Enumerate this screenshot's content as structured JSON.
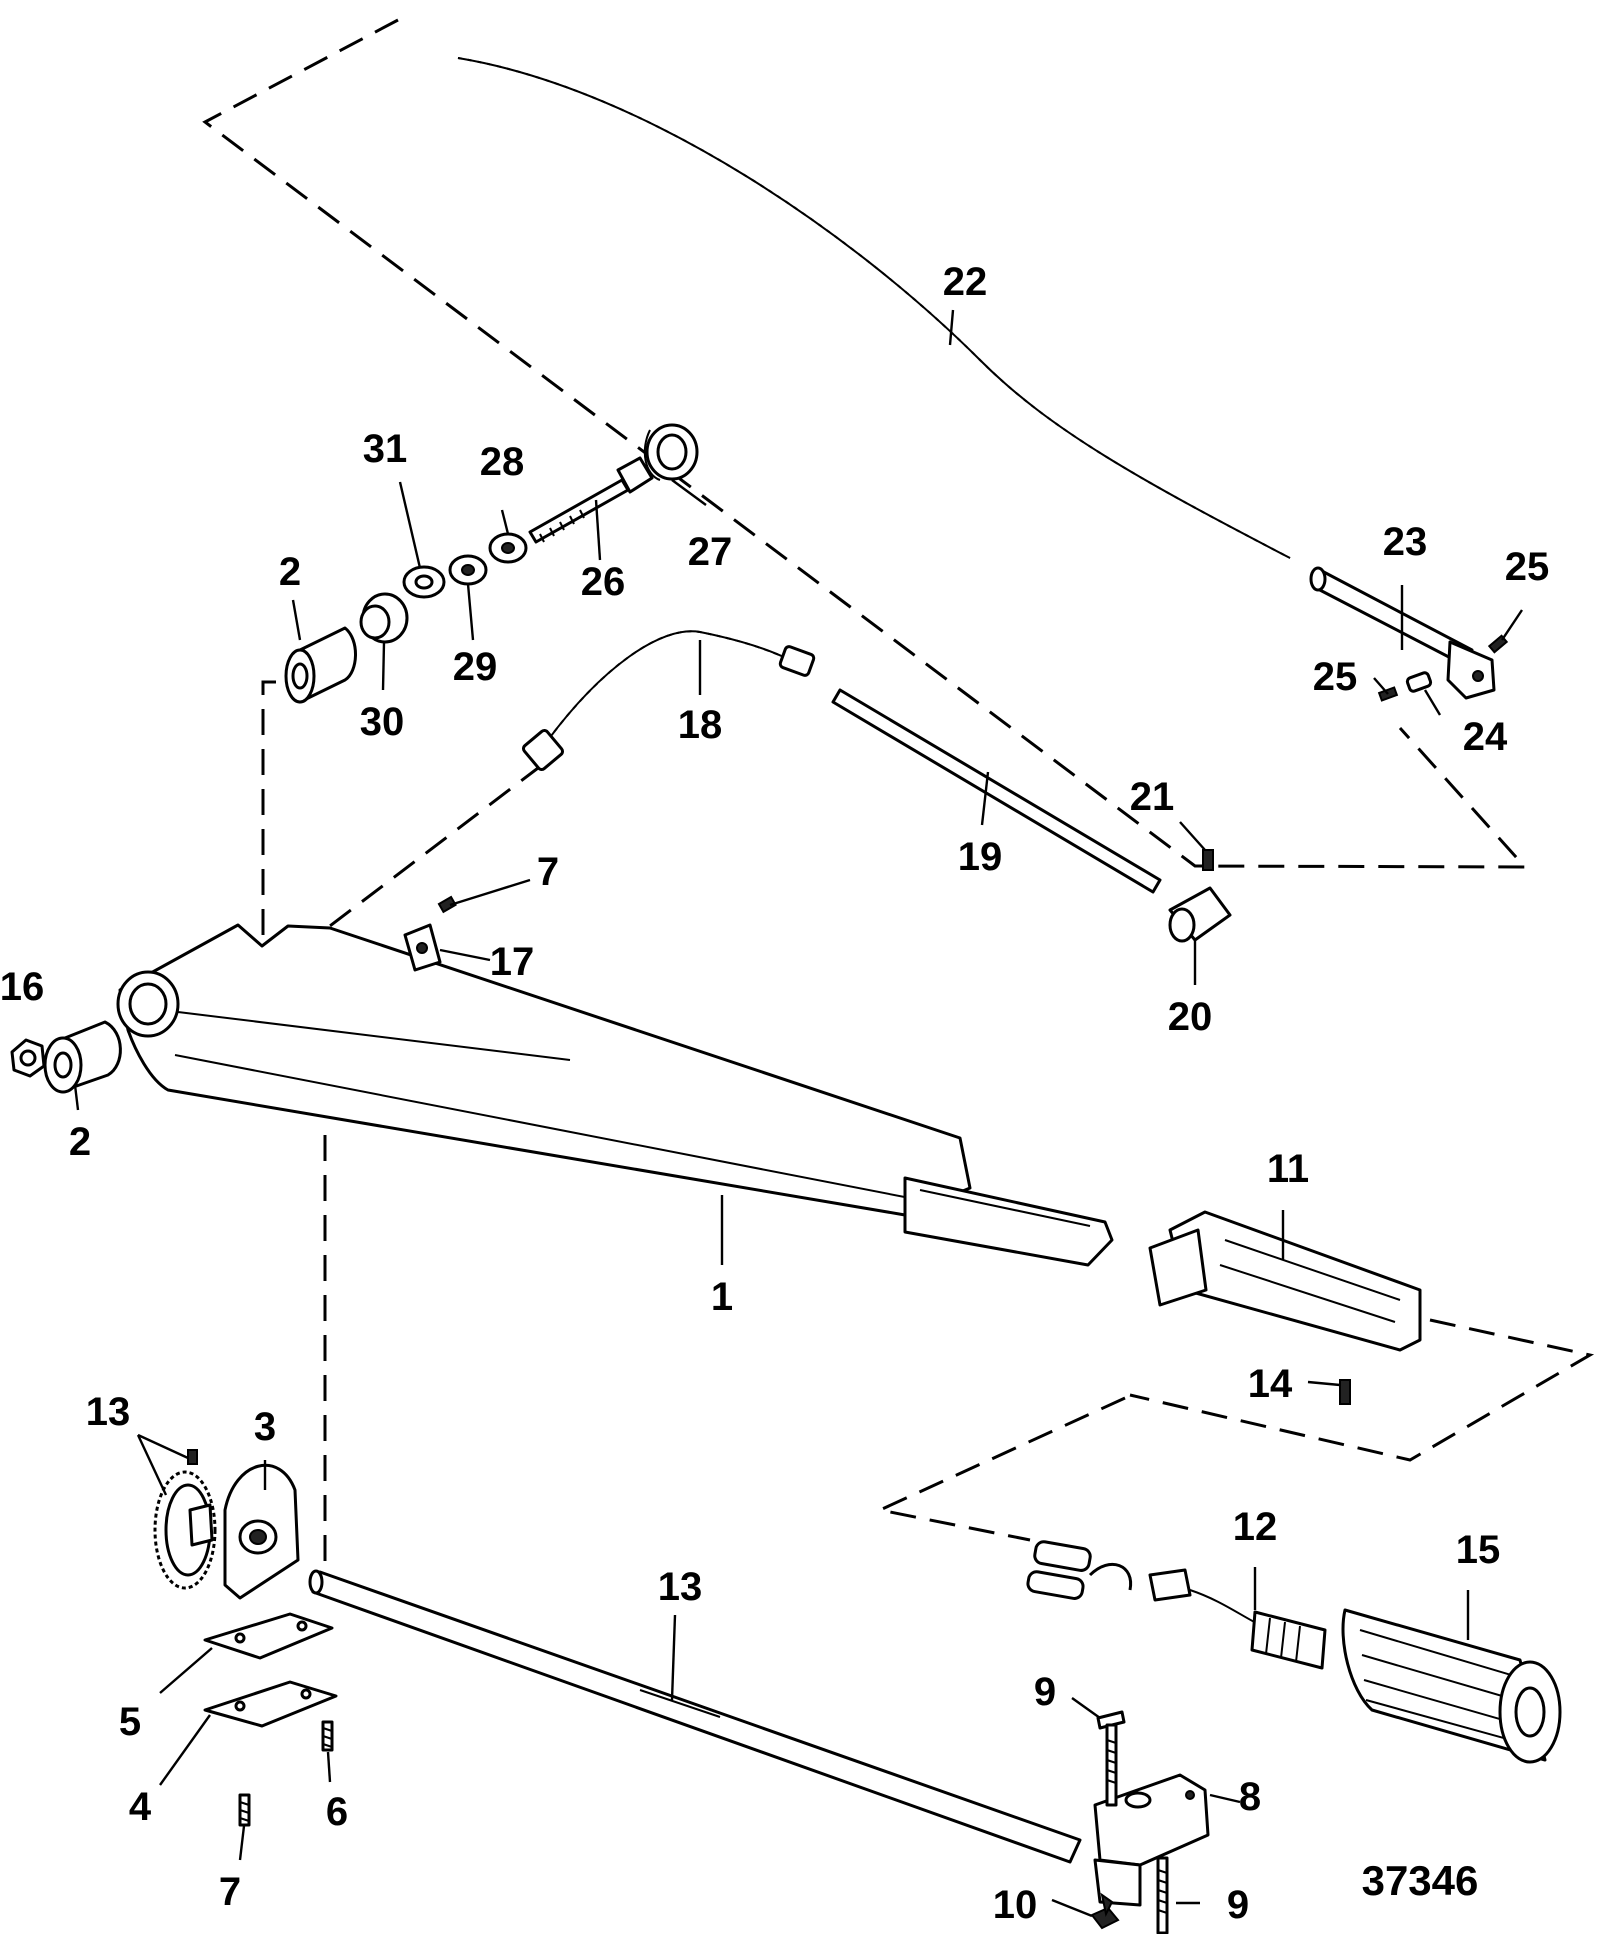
{
  "figure_number": "37346",
  "callouts": [
    {
      "id": "c1",
      "label": "1"
    },
    {
      "id": "c2a",
      "label": "2"
    },
    {
      "id": "c2b",
      "label": "2"
    },
    {
      "id": "c3",
      "label": "3"
    },
    {
      "id": "c4",
      "label": "4"
    },
    {
      "id": "c5",
      "label": "5"
    },
    {
      "id": "c6",
      "label": "6"
    },
    {
      "id": "c7a",
      "label": "7"
    },
    {
      "id": "c7b",
      "label": "7"
    },
    {
      "id": "c8",
      "label": "8"
    },
    {
      "id": "c9a",
      "label": "9"
    },
    {
      "id": "c9b",
      "label": "9"
    },
    {
      "id": "c10",
      "label": "10"
    },
    {
      "id": "c11",
      "label": "11"
    },
    {
      "id": "c12",
      "label": "12"
    },
    {
      "id": "c13a",
      "label": "13"
    },
    {
      "id": "c13b",
      "label": "13"
    },
    {
      "id": "c14",
      "label": "14"
    },
    {
      "id": "c15",
      "label": "15"
    },
    {
      "id": "c16",
      "label": "16"
    },
    {
      "id": "c17",
      "label": "17"
    },
    {
      "id": "c18",
      "label": "18"
    },
    {
      "id": "c19",
      "label": "19"
    },
    {
      "id": "c20",
      "label": "20"
    },
    {
      "id": "c21",
      "label": "21"
    },
    {
      "id": "c22",
      "label": "22"
    },
    {
      "id": "c23",
      "label": "23"
    },
    {
      "id": "c24",
      "label": "24"
    },
    {
      "id": "c25a",
      "label": "25"
    },
    {
      "id": "c25b",
      "label": "25"
    },
    {
      "id": "c26",
      "label": "26"
    },
    {
      "id": "c27",
      "label": "27"
    },
    {
      "id": "c28",
      "label": "28"
    },
    {
      "id": "c29",
      "label": "29"
    },
    {
      "id": "c30",
      "label": "30"
    },
    {
      "id": "c31",
      "label": "31"
    }
  ]
}
